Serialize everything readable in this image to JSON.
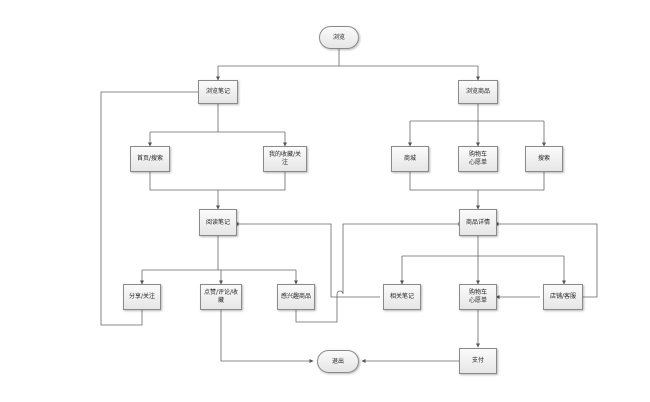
{
  "nodes": {
    "browse": "浏览",
    "browse_notes": "浏览笔记",
    "browse_goods": "浏览商品",
    "home_search": "首页/搜索",
    "my_collect": "我的收藏/关\n注",
    "mall": "商城",
    "cart_wish": "购物车\n心愿单",
    "search": "搜索",
    "read_note": "阅读笔记",
    "goods_detail": "商品详情",
    "share_follow": "分享/关注",
    "like_comment": "点赞/评论/收\n藏",
    "interest_goods": "感兴趣商品",
    "related_notes": "相关笔记",
    "cart_wish2": "购物车\n心愿单",
    "shop_review": "店铺/客服",
    "exit": "退出",
    "pay": "支付"
  }
}
